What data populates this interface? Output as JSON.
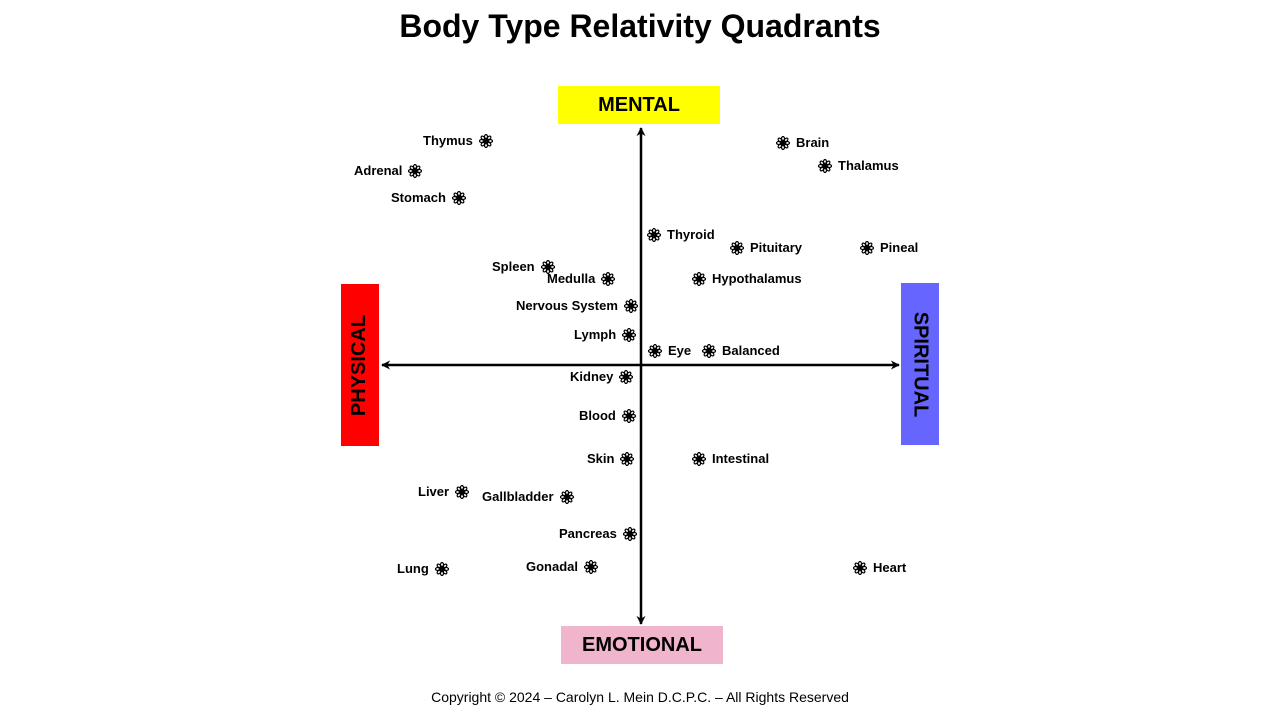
{
  "title": "Body Type Relativity Quadrants",
  "axes": {
    "top": {
      "label": "MENTAL",
      "color": "#ffff00"
    },
    "bottom": {
      "label": "EMOTIONAL",
      "color": "#f0b4cc"
    },
    "left": {
      "label": "PHYSICAL",
      "color": "#ff0000"
    },
    "right": {
      "label": "SPIRITUAL",
      "color": "#6666ff"
    }
  },
  "organs": {
    "thymus": "Thymus",
    "adrenal": "Adrenal",
    "stomach": "Stomach",
    "brain": "Brain",
    "thalamus": "Thalamus",
    "thyroid": "Thyroid",
    "pituitary": "Pituitary",
    "pineal": "Pineal",
    "spleen": "Spleen",
    "medulla": "Medulla",
    "hypothalamus": "Hypothalamus",
    "nervous_system": "Nervous System",
    "lymph": "Lymph",
    "eye": "Eye",
    "balanced": "Balanced",
    "kidney": "Kidney",
    "blood": "Blood",
    "skin": "Skin",
    "intestinal": "Intestinal",
    "liver": "Liver",
    "gallbladder": "Gallbladder",
    "pancreas": "Pancreas",
    "lung": "Lung",
    "gonadal": "Gonadal",
    "heart": "Heart"
  },
  "marker_icon": "flower-asterisk-icon",
  "copyright": "Copyright © 2024 – Carolyn L. Mein D.C.P.C. – All Rights Reserved"
}
